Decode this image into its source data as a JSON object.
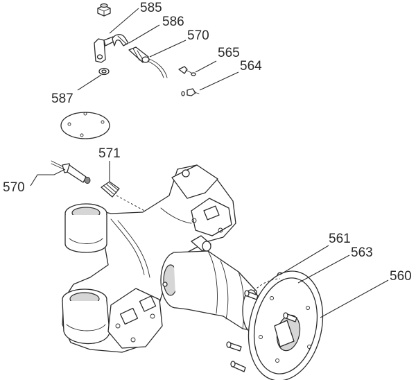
{
  "callouts": [
    {
      "id": "585",
      "text": "585"
    },
    {
      "id": "586",
      "text": "586"
    },
    {
      "id": "570a",
      "text": "570"
    },
    {
      "id": "565",
      "text": "565"
    },
    {
      "id": "564",
      "text": "564"
    },
    {
      "id": "587",
      "text": "587"
    },
    {
      "id": "571",
      "text": "571"
    },
    {
      "id": "570b",
      "text": "570"
    },
    {
      "id": "561",
      "text": "561"
    },
    {
      "id": "563",
      "text": "563"
    },
    {
      "id": "560",
      "text": "560"
    }
  ]
}
